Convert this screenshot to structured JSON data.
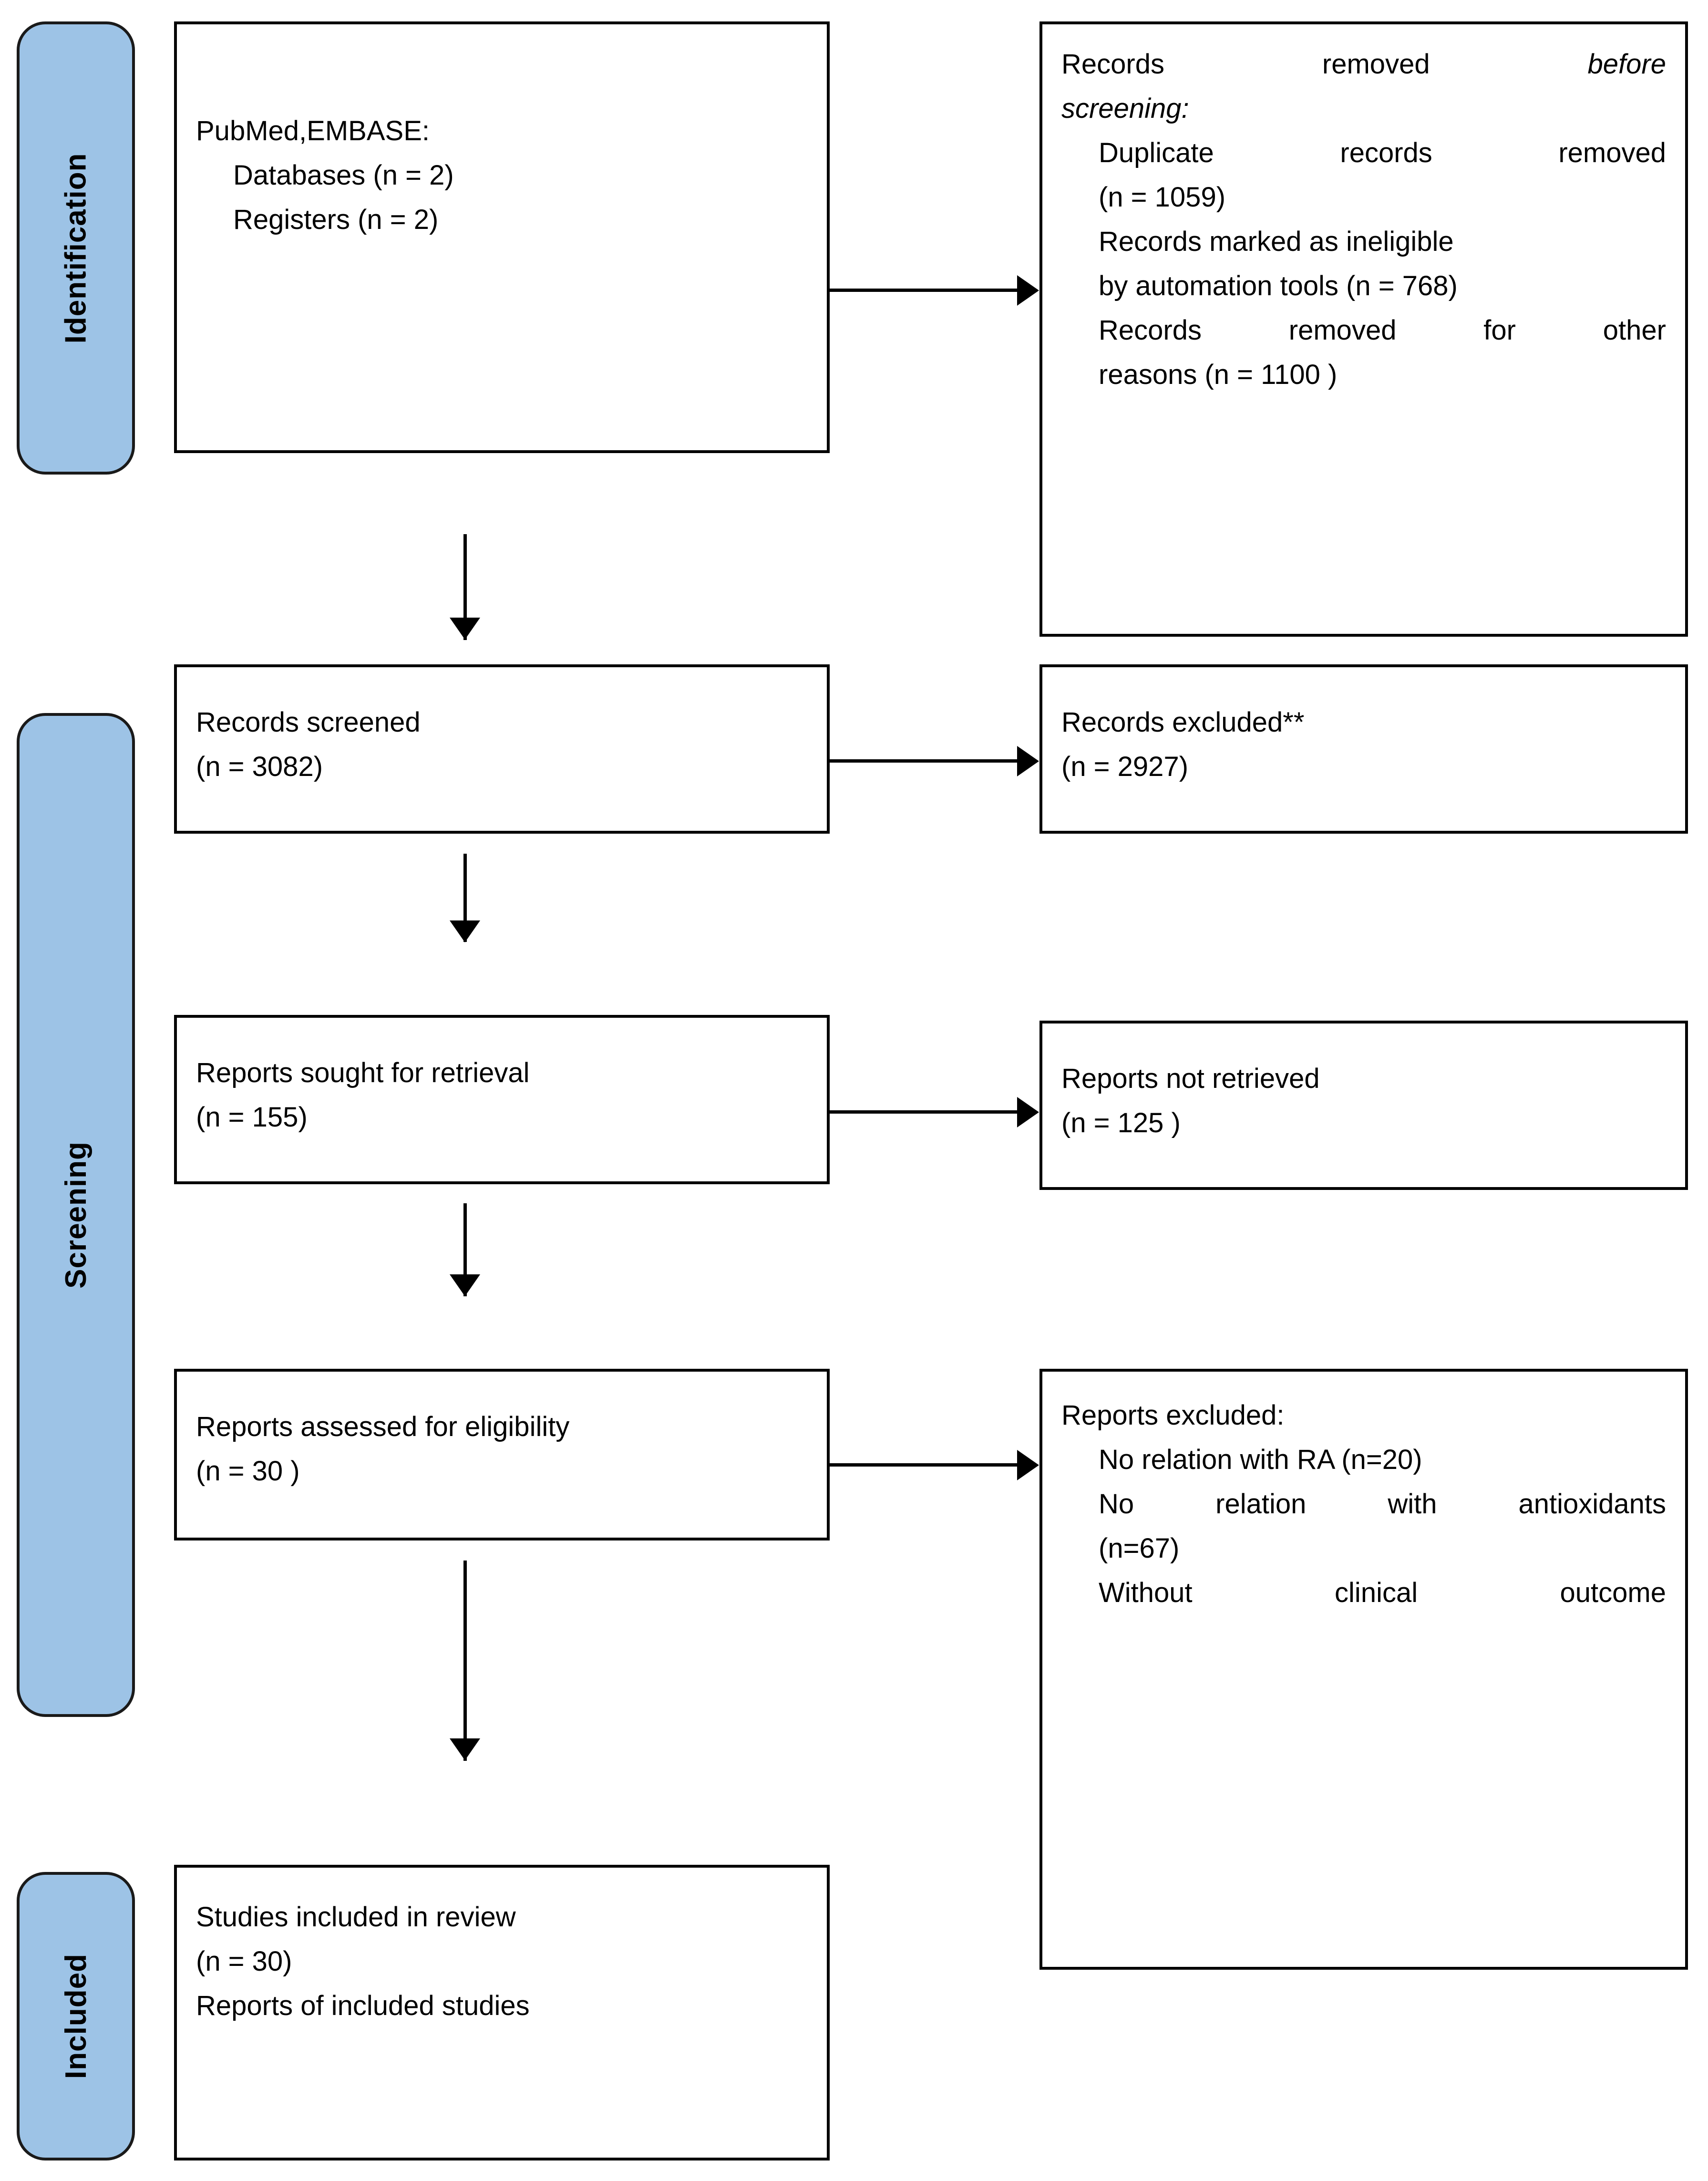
{
  "diagram": {
    "type": "PRISMA 2020 flow diagram",
    "accent_color": "#9DC3E6",
    "border_color": "#000000",
    "background_color": "#FFFFFF"
  },
  "phases": [
    {
      "id": "identification",
      "label": "Identification"
    },
    {
      "id": "screening",
      "label": "Screening"
    },
    {
      "id": "included",
      "label": "Included"
    }
  ],
  "nodes": {
    "sources": {
      "line1": "PubMed,EMBASE:",
      "line2": "Databases (n = 2)",
      "line3": "Registers (n = 2)"
    },
    "removed_before_screening": {
      "heading_plain": "Records",
      "heading_word2": "removed",
      "heading_italic": "before",
      "heading_italic2": "screening:",
      "item1_a": "Duplicate",
      "item1_b": "records",
      "item1_c": "removed",
      "item1_n": "(n = 1059)",
      "item2_a": "Records marked as ineligible",
      "item2_b": "by automation tools (n = 768)",
      "item3_a": "Records",
      "item3_b": "removed",
      "item3_c": "for",
      "item3_d": "other",
      "item3_n": "reasons (n = 1100 )"
    },
    "records_screened": {
      "title": "Records screened",
      "count": "(n = 3082)"
    },
    "records_excluded": {
      "title": "Records excluded**",
      "count": "(n = 2927)"
    },
    "reports_sought": {
      "title": "Reports sought for retrieval",
      "count": "(n = 155)"
    },
    "reports_not_retrieved": {
      "title": "Reports not retrieved",
      "count": "(n = 125 )"
    },
    "reports_assessed": {
      "title": "Reports assessed for eligibility",
      "count": "(n = 30 )"
    },
    "reports_excluded": {
      "heading": "Reports excluded:",
      "reason1": "No relation with RA (n=20)",
      "reason2_a": "No",
      "reason2_b": "relation",
      "reason2_c": "with",
      "reason2_d": "antioxidants",
      "reason2_n": "(n=67)",
      "reason3_a": "Without",
      "reason3_b": "clinical",
      "reason3_c": "outcome"
    },
    "studies_included": {
      "title": "Studies included in review",
      "count": "(n = 30)",
      "reports_line": "Reports of included studies"
    }
  }
}
